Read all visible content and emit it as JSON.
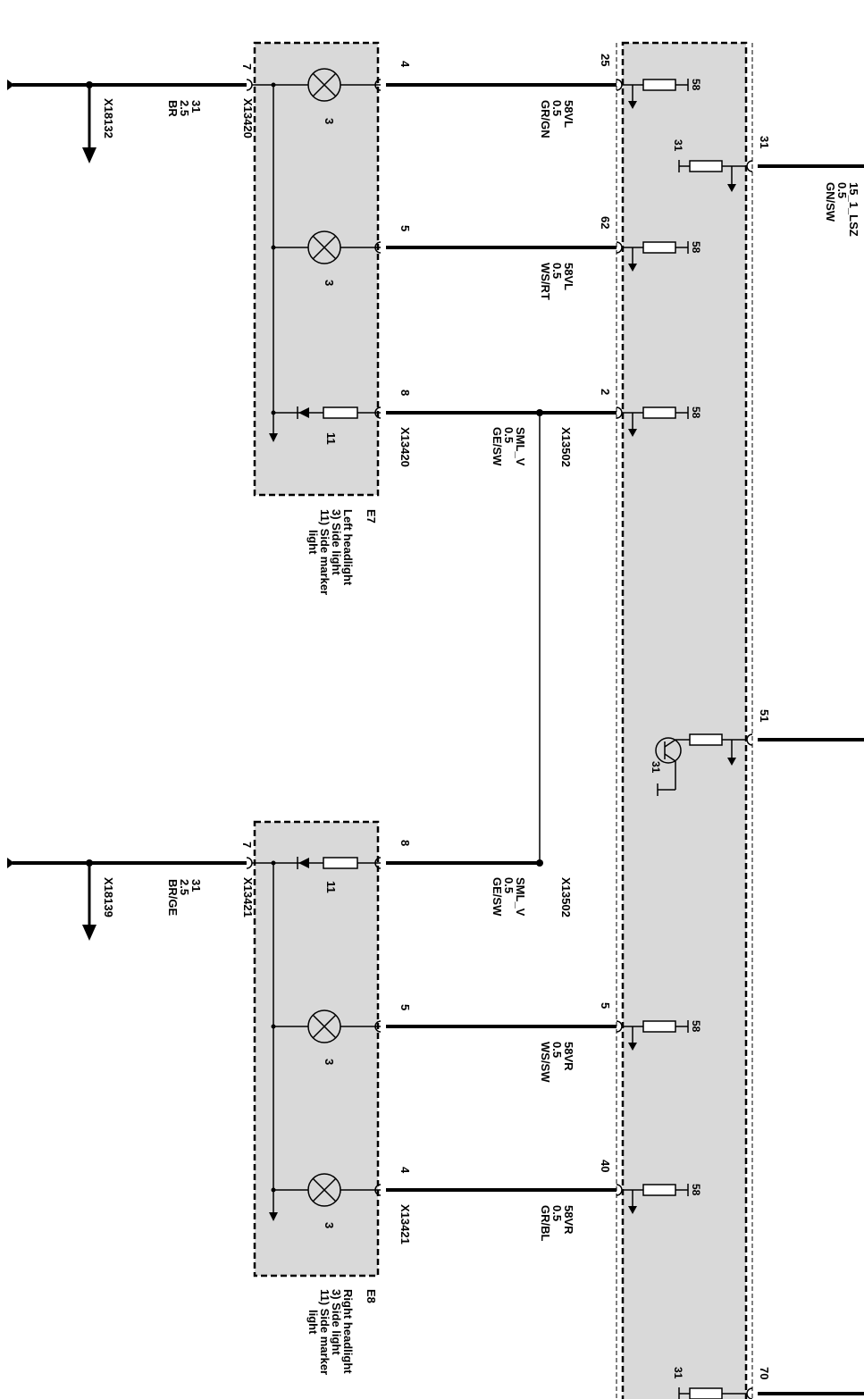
{
  "left_headlight": {
    "id": "E7",
    "title": "Left headlight",
    "item_3": "3) Side light",
    "item_11a": "11) Side marker",
    "item_11b": "light",
    "connector_top": "X13420",
    "connector_bottom": "X13420",
    "pin_left": "7",
    "pins": [
      "4",
      "5",
      "8"
    ],
    "lamp_label": "3",
    "led_label": "11"
  },
  "right_headlight": {
    "id": "E8",
    "title": "Right headlight",
    "item_3": "3) Side light",
    "item_11a": "11) Side marker",
    "item_11b": "light",
    "connector_top": "X13421",
    "connector_bottom": "X13421",
    "pin_left": "7",
    "pins": [
      "8",
      "5",
      "4"
    ],
    "lamp_label": "3",
    "led_label": "11"
  },
  "ground_left": {
    "connector": "X18132",
    "signal": "31",
    "size": "2.5",
    "color": "BR"
  },
  "ground_right": {
    "connector": "X18139",
    "signal": "31",
    "size": "2.5",
    "color": "BR/GE"
  },
  "wires": [
    {
      "signal": "58VL",
      "size": "0.5",
      "color": "GR/GN"
    },
    {
      "signal": "58VL",
      "size": "0.5",
      "color": "WS/RT"
    },
    {
      "signal": "SML_V",
      "size": "0.5",
      "color": "GE/SW",
      "splice": "X13502"
    },
    {
      "signal": "SML_V",
      "size": "0.5",
      "color": "GE/SW",
      "splice": "X13502"
    },
    {
      "signal": "58VR",
      "size": "0.5",
      "color": "WS/SW"
    },
    {
      "signal": "58VR",
      "size": "0.5",
      "color": "GR/BL"
    }
  ],
  "module_pins": [
    "25",
    "62",
    "2",
    "5",
    "40"
  ],
  "module_right_pins": [
    "31",
    "51",
    "70"
  ],
  "supply_wire": {
    "signal": "15_1_LSZ",
    "size": "0.5",
    "color": "GN/SW"
  },
  "resistor_label": "58",
  "ground_label": "31"
}
